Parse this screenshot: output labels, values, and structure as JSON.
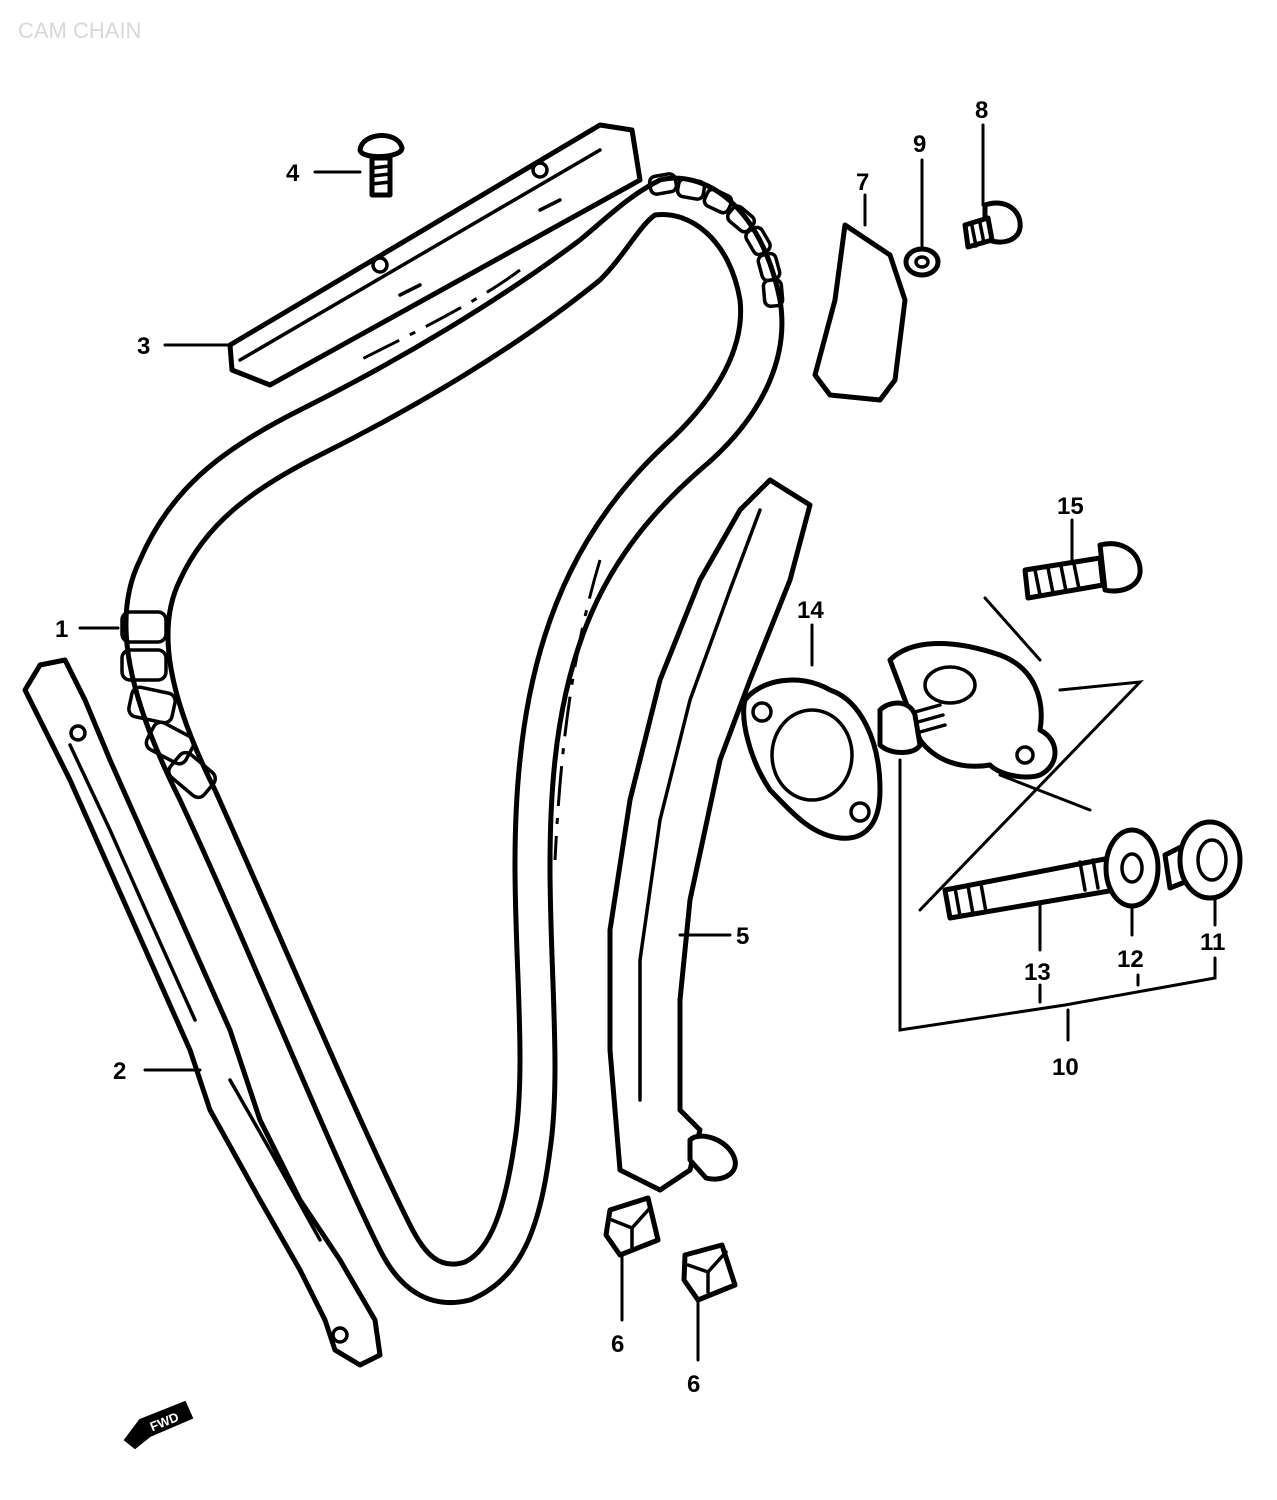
{
  "title": "CAM CHAIN",
  "direction_marker": "FWD",
  "callouts": {
    "p1": "1",
    "p2": "2",
    "p3": "3",
    "p4": "4",
    "p5": "5",
    "p6a": "6",
    "p6b": "6",
    "p7": "7",
    "p8": "8",
    "p9": "9",
    "p10": "10",
    "p11": "11",
    "p12": "12",
    "p13": "13",
    "p14": "14",
    "p15": "15"
  }
}
